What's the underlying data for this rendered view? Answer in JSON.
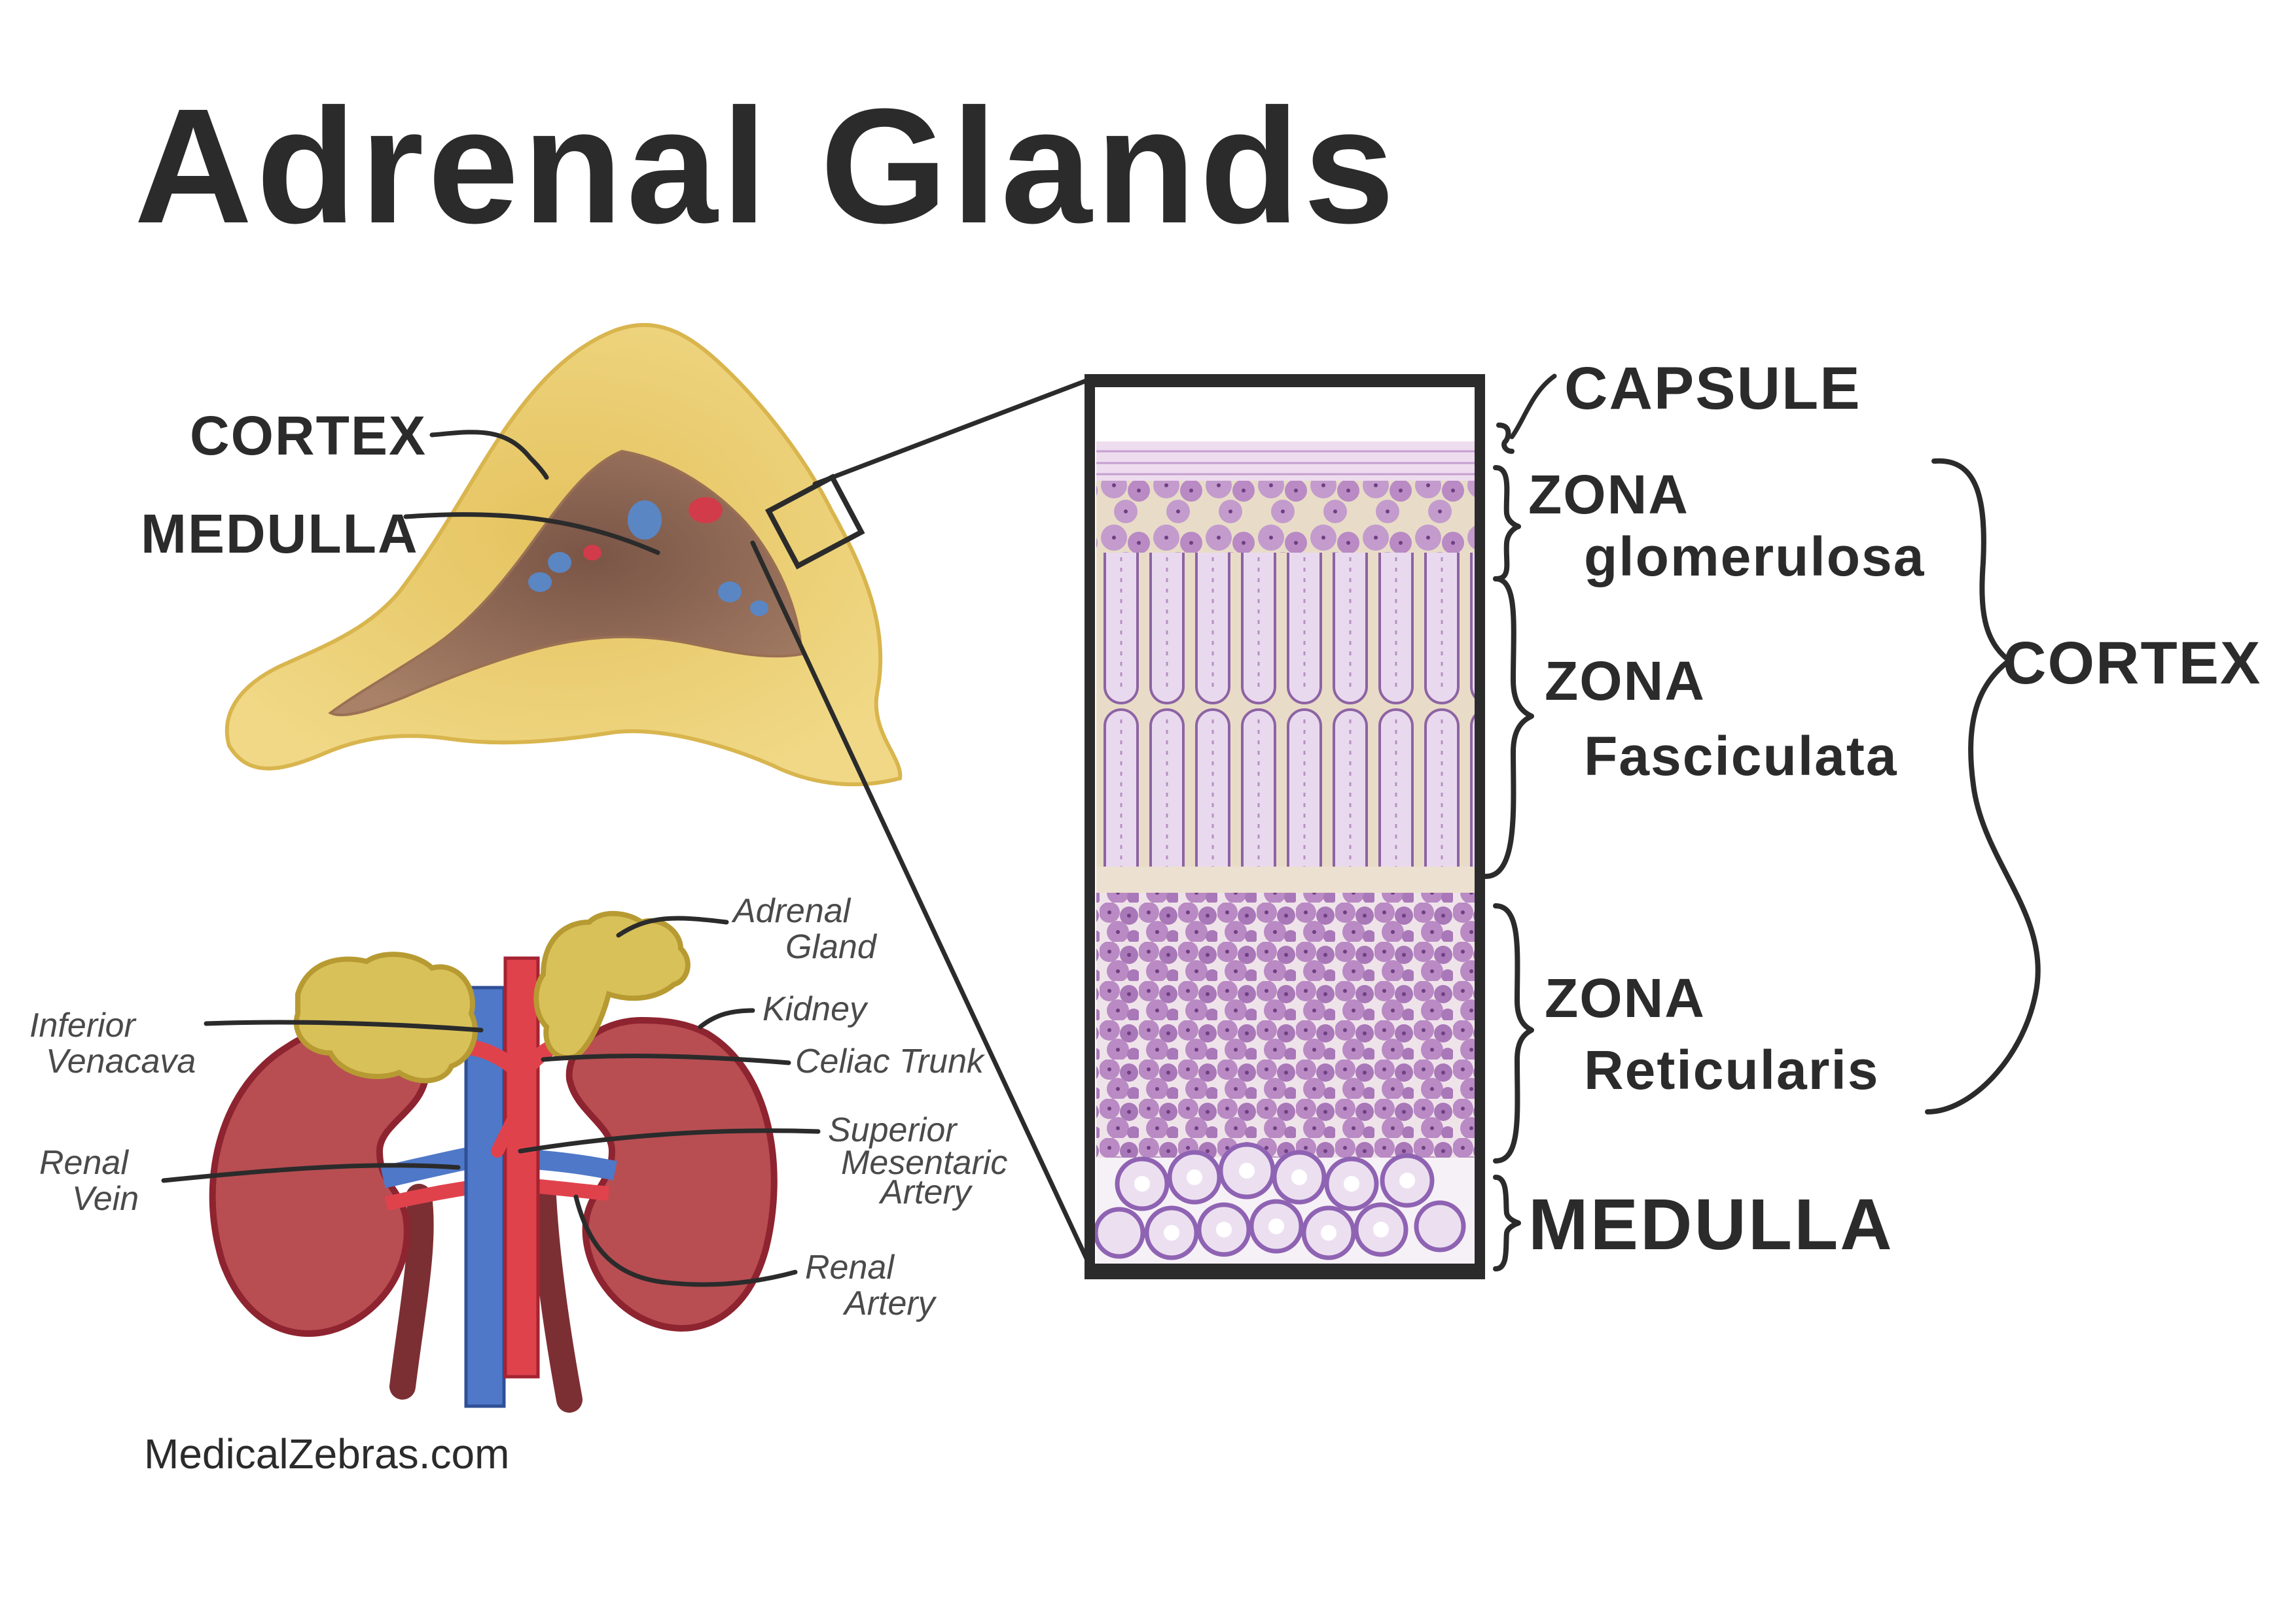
{
  "title": "Adrenal Glands",
  "gland_section": {
    "labels": {
      "cortex": "CORTEX",
      "medulla": "MEDULLA"
    },
    "colors": {
      "cortex": "#e7c766",
      "cortex_edge": "#f3dc8e",
      "medulla": "#8b6552",
      "vein": "#4f86c6",
      "artery": "#d23b4a"
    }
  },
  "histology": {
    "labels": {
      "capsule": "CAPSULE",
      "zona_glomerulosa_line1": "ZONA",
      "zona_glomerulosa_line2": "glomerulosa",
      "zona_fasciculata_line1": "ZONA",
      "zona_fasciculata_line2": "Fasciculata",
      "zona_reticularis_line1": "ZONA",
      "zona_reticularis_line2": "Reticularis",
      "cortex": "CORTEX",
      "medulla": "MEDULLA"
    },
    "colors": {
      "capsule": "#eedcef",
      "cells": "#b98ac4",
      "cells_dark": "#9b6aa9",
      "stroma": "#e8dcc8",
      "medulla": "#8f63b3",
      "frame": "#2b2b2b"
    }
  },
  "kidney_diagram": {
    "labels": {
      "adrenal_gland_line1": "Adrenal",
      "adrenal_gland_line2": "Gland",
      "kidney": "Kidney",
      "inferior_vena_cava_line1": "Inferior",
      "inferior_vena_cava_line2": "Venacava",
      "celiac_trunk": "Celiac Trunk",
      "renal_vein_line1": "Renal",
      "renal_vein_line2": "Vein",
      "superior_mesenteric_artery_line1": "Superior",
      "superior_mesenteric_artery_line2": "Mesentaric",
      "superior_mesenteric_artery_line3": "Artery",
      "renal_artery_line1": "Renal",
      "renal_artery_line2": "Artery"
    },
    "colors": {
      "kidney": "#b84e52",
      "kidney_edge": "#8e2430",
      "adrenal": "#d9c15a",
      "vena_cava": "#4f78c8",
      "aorta": "#e0424c",
      "ureter": "#7c2f33"
    }
  },
  "credit": "MedicalZebras.com"
}
